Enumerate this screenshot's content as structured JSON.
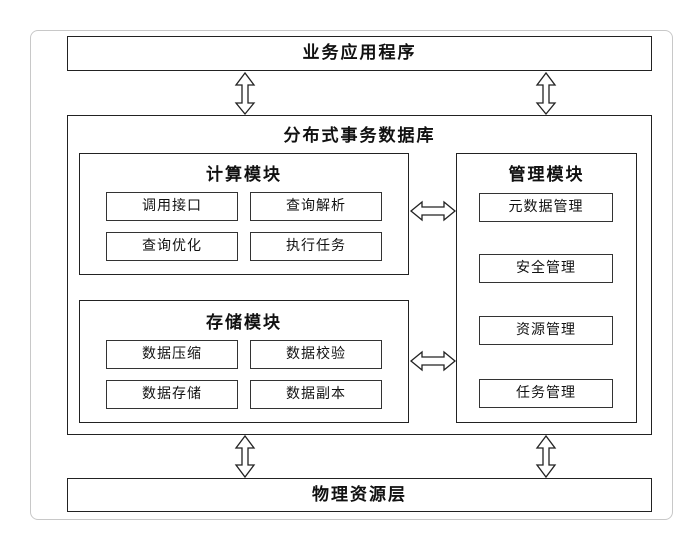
{
  "top_layer": "业务应用程序",
  "db": {
    "title": "分布式事务数据库",
    "compute": {
      "title": "计算模块",
      "items": [
        "调用接口",
        "查询解析",
        "查询优化",
        "执行任务"
      ]
    },
    "storage": {
      "title": "存储模块",
      "items": [
        "数据压缩",
        "数据校验",
        "数据存储",
        "数据副本"
      ]
    },
    "management": {
      "title": "管理模块",
      "items": [
        "元数据管理",
        "安全管理",
        "资源管理",
        "任务管理"
      ]
    }
  },
  "bottom_layer": "物理资源层"
}
